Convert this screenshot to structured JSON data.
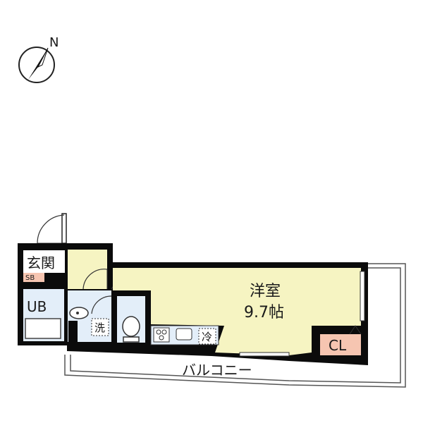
{
  "compass": {
    "north_label": "N"
  },
  "rooms": {
    "genkan": "玄関",
    "shoe_box": "SB",
    "unit_bath": "UB",
    "washer": "洗",
    "fridge": "冷",
    "western_room": "洋室",
    "western_room_size": "9.7帖",
    "closet": "CL",
    "balcony": "バルコニー"
  },
  "colors": {
    "room_fill": "#f6f4c2",
    "wet_fill": "#e3eef9",
    "closet_fill": "#f6c5b1",
    "shoebox_fill": "#f6c5b1",
    "wall": "#0b0b0b"
  }
}
